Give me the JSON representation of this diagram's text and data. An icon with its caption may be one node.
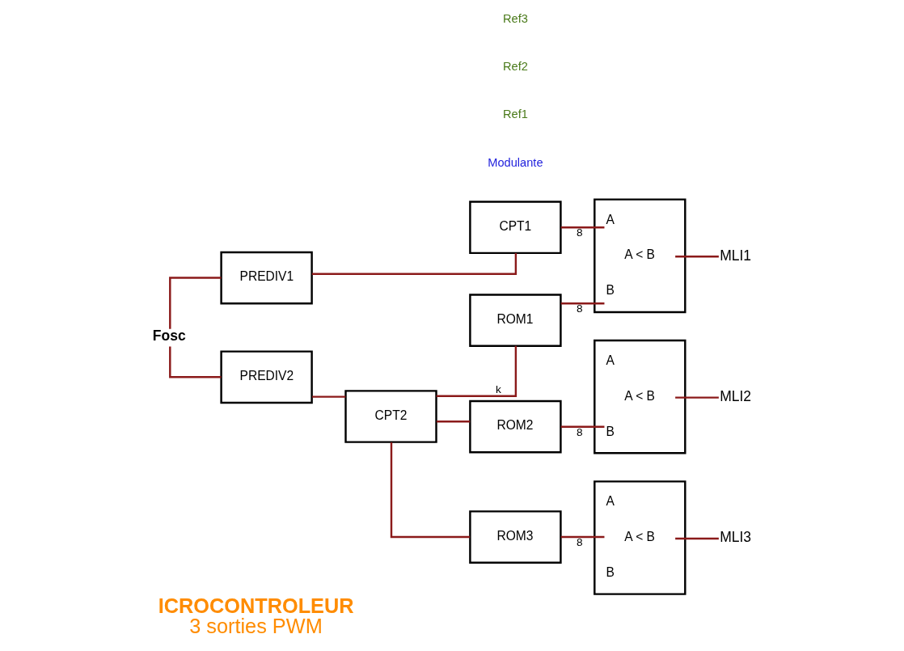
{
  "diagram": {
    "title": "ICROCONTROLEUR",
    "caption": "3 sorties PWM",
    "nodes": [
      {
        "text": [
          "Fosc"
        ]
      },
      {
        "text": [
          "PREDIV1"
        ]
      },
      {
        "text": [
          "CPT1"
        ]
      },
      {
        "text": [
          "PREDIV2"
        ]
      },
      {
        "text": [
          "CPT2"
        ]
      },
      {
        "text": [
          "ROM1"
        ]
      },
      {
        "text": [
          "A",
          "A < B",
          "B"
        ]
      },
      {
        "text": [
          "MLI1"
        ]
      },
      {
        "text": [
          "ROM2"
        ]
      },
      {
        "text": [
          "A",
          "A < B",
          "B"
        ]
      },
      {
        "text": [
          "MLI2"
        ]
      },
      {
        "text": [
          "ROM3"
        ]
      },
      {
        "text": [
          "A",
          "A < B",
          "B"
        ]
      },
      {
        "text": [
          "MLI3"
        ]
      }
    ],
    "edges": [
      {
        "from": 0,
        "to": 1,
        "arrow": "none"
      },
      {
        "from": 0,
        "to": 3,
        "arrow": "none"
      },
      {
        "from": 1,
        "to": 2,
        "arrow": "none"
      },
      {
        "from": 2,
        "to": 6,
        "arrow": "none",
        "label": "8"
      },
      {
        "from": 3,
        "to": 4,
        "arrow": "none"
      },
      {
        "from": 4,
        "to": 5,
        "arrow": "none",
        "label": "k"
      },
      {
        "from": 4,
        "to": 8,
        "arrow": "none"
      },
      {
        "from": 4,
        "to": 11,
        "arrow": "none"
      },
      {
        "from": 5,
        "to": 6,
        "arrow": "none",
        "label": "8"
      },
      {
        "from": 6,
        "to": 7,
        "arrow": "none"
      },
      {
        "from": 8,
        "to": 9,
        "arrow": "none",
        "label": "8"
      },
      {
        "from": 9,
        "to": 10,
        "arrow": "none"
      },
      {
        "from": 11,
        "to": 12,
        "arrow": "none",
        "label": "8"
      },
      {
        "from": 12,
        "to": 13,
        "arrow": "none"
      }
    ],
    "labels": [
      "Modulante",
      "Ref1",
      "Ref2",
      "Ref3"
    ]
  }
}
